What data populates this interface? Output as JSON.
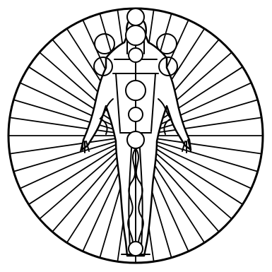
{
  "figure": {
    "stroke_color": "#000000",
    "background_color": "#ffffff",
    "ray_count": 44,
    "center_circle_count": 7,
    "side_circle_count": 4
  }
}
